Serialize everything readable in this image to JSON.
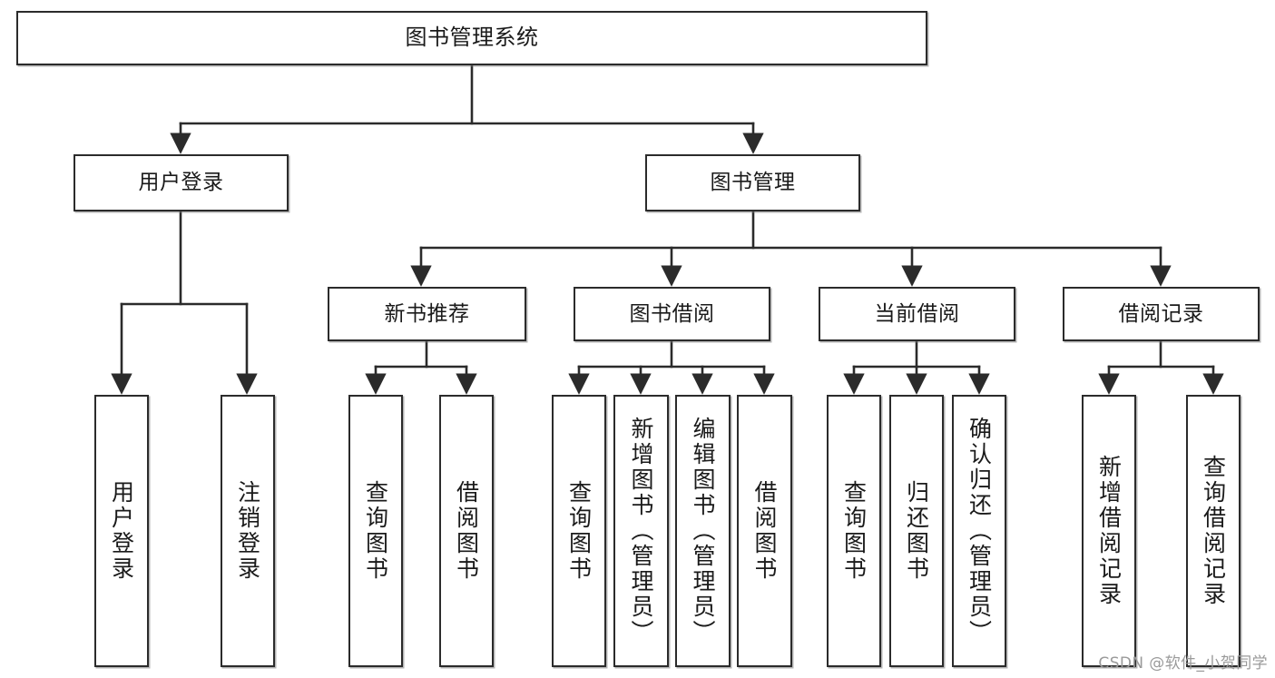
{
  "diagram": {
    "title": "图书管理系统",
    "type": "tree-hierarchy-diagram",
    "root": {
      "id": "root",
      "label": "图书管理系统"
    },
    "level2": [
      {
        "id": "user-login",
        "label": "用户登录"
      },
      {
        "id": "book-manage",
        "label": "图书管理"
      }
    ],
    "level3": [
      {
        "id": "new-book-rec",
        "label": "新书推荐"
      },
      {
        "id": "book-borrow",
        "label": "图书借阅"
      },
      {
        "id": "current-borrow",
        "label": "当前借阅"
      },
      {
        "id": "borrow-record",
        "label": "借阅记录"
      }
    ],
    "leaves": [
      {
        "id": "leaf-user-login",
        "label": "用户登录",
        "parent": "user-login"
      },
      {
        "id": "leaf-user-logout",
        "label": "注销登录",
        "parent": "user-login"
      },
      {
        "id": "leaf-query-book-1",
        "label": "查询图书",
        "parent": "new-book-rec"
      },
      {
        "id": "leaf-borrow-book-1",
        "label": "借阅图书",
        "parent": "new-book-rec"
      },
      {
        "id": "leaf-query-book-2",
        "label": "查询图书",
        "parent": "book-borrow"
      },
      {
        "id": "leaf-add-book",
        "label": "新增图书（管理员）",
        "parent": "book-borrow"
      },
      {
        "id": "leaf-edit-book",
        "label": "编辑图书（管理员）",
        "parent": "book-borrow"
      },
      {
        "id": "leaf-borrow-book-2",
        "label": "借阅图书",
        "parent": "book-borrow"
      },
      {
        "id": "leaf-query-book-3",
        "label": "查询图书",
        "parent": "current-borrow"
      },
      {
        "id": "leaf-return-book",
        "label": "归还图书",
        "parent": "current-borrow"
      },
      {
        "id": "leaf-confirm-return",
        "label": "确认归还（管理员）",
        "parent": "current-borrow"
      },
      {
        "id": "leaf-add-record",
        "label": "新增借阅记录",
        "parent": "borrow-record"
      },
      {
        "id": "leaf-query-record",
        "label": "查询借阅记录",
        "parent": "borrow-record"
      }
    ],
    "colors": {
      "stroke": "#2b2b2b",
      "fill": "#ffffff",
      "text": "#1a1a1a",
      "watermark": "#9a9a9a"
    }
  },
  "watermark": {
    "text": "CSDN @软件_小贺同学"
  }
}
